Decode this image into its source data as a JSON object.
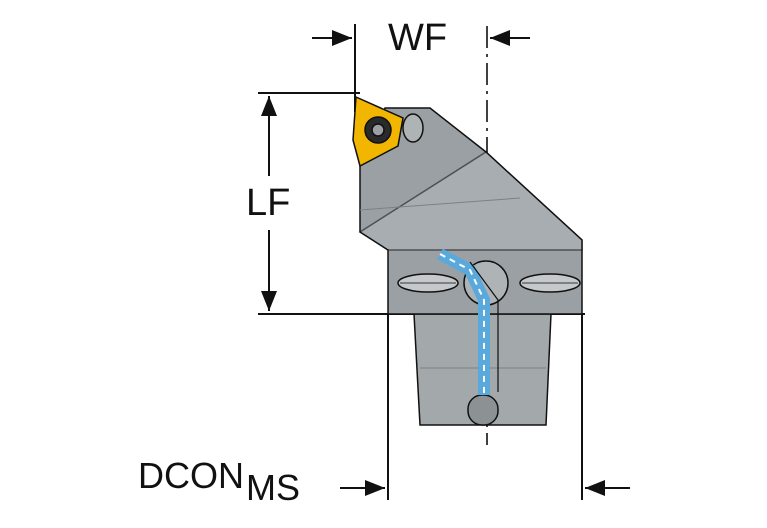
{
  "dimensions": {
    "wf": "WF",
    "lf": "LF",
    "dcon_main": "DCON",
    "dcon_sub": "MS"
  },
  "colors": {
    "body_gray": "#9aa0a4",
    "body_light": "#b4b9bc",
    "body_dark": "#6d7377",
    "insert_yellow": "#f2b600",
    "coolant_blue": "#5aa9dc",
    "line": "#111111"
  }
}
